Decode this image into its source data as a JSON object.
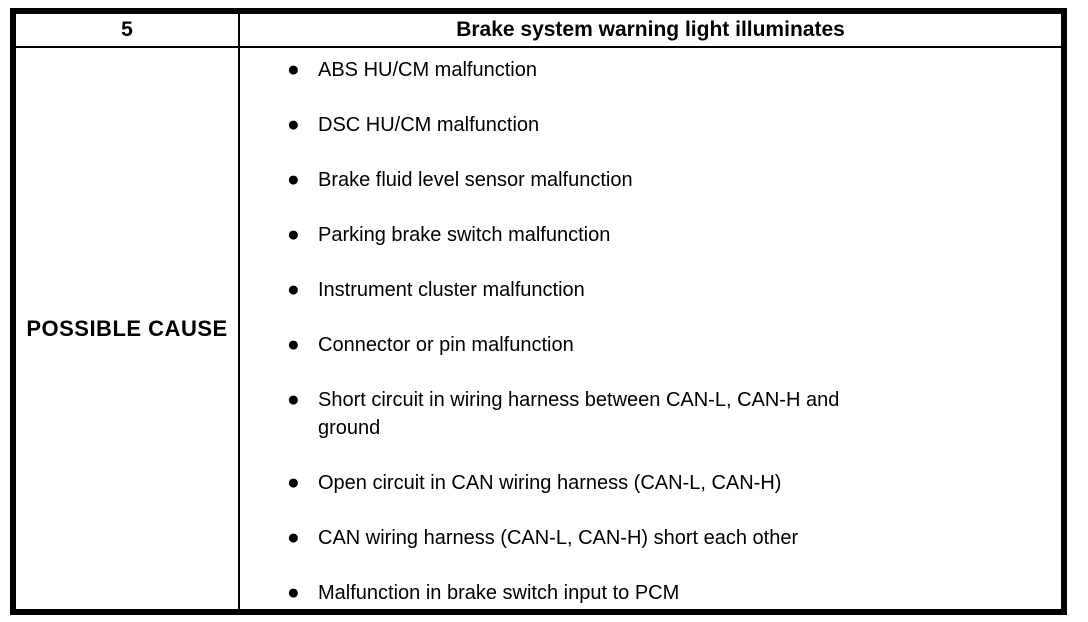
{
  "document": {
    "table": {
      "header": {
        "number": "5",
        "symptom": "Brake system warning light illuminates"
      },
      "body": {
        "label": "POSSIBLE CAUSE",
        "causes": [
          "ABS HU/CM malfunction",
          "DSC HU/CM malfunction",
          "Brake fluid level sensor malfunction",
          "Parking brake switch malfunction",
          "Instrument cluster malfunction",
          "Connector or pin malfunction",
          "Short circuit in wiring harness between CAN-L, CAN-H and\nground",
          "Open circuit in CAN wiring harness (CAN-L, CAN-H)",
          "CAN wiring harness (CAN-L, CAN-H) short each other",
          "Malfunction in brake switch input to PCM"
        ]
      }
    },
    "bullet_icon": "●"
  },
  "colors": {
    "border": "#000000",
    "text": "#000000",
    "background": "#ffffff"
  }
}
